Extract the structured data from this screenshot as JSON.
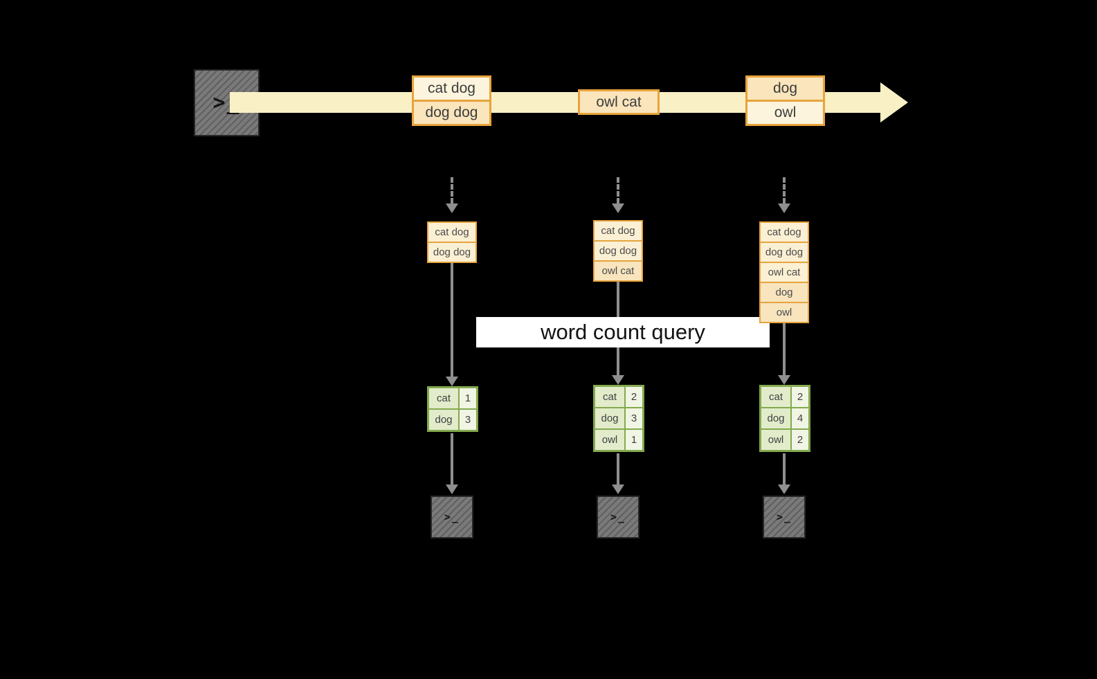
{
  "icons": {
    "terminal_prompt": ">_"
  },
  "banner": {
    "label": "word count query"
  },
  "stream": {
    "events": [
      {
        "lines": [
          "cat dog",
          "dog dog"
        ]
      },
      {
        "lines": [
          "owl cat"
        ]
      },
      {
        "lines": [
          "dog",
          "owl"
        ]
      }
    ]
  },
  "columns": [
    {
      "buffer": [
        "cat dog",
        "dog dog"
      ],
      "counts": [
        {
          "word": "cat",
          "count": "1"
        },
        {
          "word": "dog",
          "count": "3"
        }
      ]
    },
    {
      "buffer": [
        "cat dog",
        "dog dog",
        "owl cat"
      ],
      "counts": [
        {
          "word": "cat",
          "count": "2"
        },
        {
          "word": "dog",
          "count": "3"
        },
        {
          "word": "owl",
          "count": "1"
        }
      ]
    },
    {
      "buffer": [
        "cat dog",
        "dog dog",
        "owl cat",
        "dog",
        "owl"
      ],
      "counts": [
        {
          "word": "cat",
          "count": "2"
        },
        {
          "word": "dog",
          "count": "4"
        },
        {
          "word": "owl",
          "count": "2"
        }
      ]
    }
  ],
  "colors": {
    "background": "#000000",
    "stream_band": "#FAF0C6",
    "orange_border": "#E8A33C",
    "box_fill_light": "#FCF4DC",
    "box_fill_peach": "#FAE5BC",
    "green_border": "#84A94E",
    "green_fill": "#E2ECCB",
    "green_fill_light": "#F0F5E4",
    "terminal_gray": "#7A7A7A",
    "arrow_gray": "#8F8F8F",
    "banner_bg": "#FFFFFF"
  }
}
